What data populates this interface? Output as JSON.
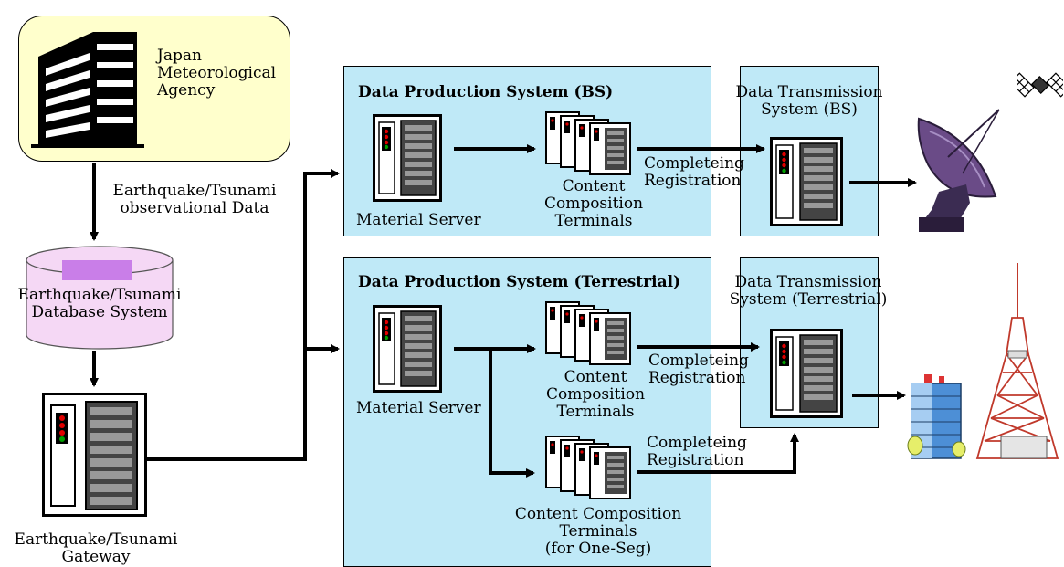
{
  "agency": {
    "line1": "Japan",
    "line2": "Meteorological",
    "line3": "Agency"
  },
  "flow_label": {
    "line1": "Earthquake/Tsunami",
    "line2": "observational Data"
  },
  "database": {
    "line1": "Earthquake/Tsunami",
    "line2": "Database System"
  },
  "gateway": {
    "line1": "Earthquake/Tsunami",
    "line2": "Gateway"
  },
  "bs": {
    "title": "Data Production System (BS)",
    "material_server": "Material Server",
    "terminals": {
      "line1": "Content",
      "line2": "Composition",
      "line3": "Terminals"
    },
    "registration": {
      "line1": "Completeing",
      "line2": "Registration"
    },
    "transmission": {
      "line1": "Data Transmission",
      "line2": "System (BS)"
    }
  },
  "terrestrial": {
    "title": "Data Production System (Terrestrial)",
    "material_server": "Material Server",
    "terminals": {
      "line1": "Content",
      "line2": "Composition",
      "line3": "Terminals"
    },
    "oneseg_terminals": {
      "line1": "Content Composition",
      "line2": "Terminals",
      "line3": "(for One-Seg)"
    },
    "registration1": {
      "line1": "Completeing",
      "line2": "Registration"
    },
    "registration2": {
      "line1": "Completeing",
      "line2": "Registration"
    },
    "transmission": {
      "line1": "Data Transmission",
      "line2": "System (Terrestrial)"
    }
  },
  "icons": [
    "building-icon",
    "database-icon",
    "server-icon",
    "terminals-icon",
    "satellite-dish-icon",
    "satellite-icon",
    "tv-tower-icon",
    "office-building-icon"
  ],
  "colors": {
    "panel": "#bfe9f7",
    "agency_box": "#ffffcc",
    "database": "#f5d8f5",
    "database_label": "#c97ee8",
    "server_led_red": "#e00000",
    "server_led_green": "#00a000"
  }
}
